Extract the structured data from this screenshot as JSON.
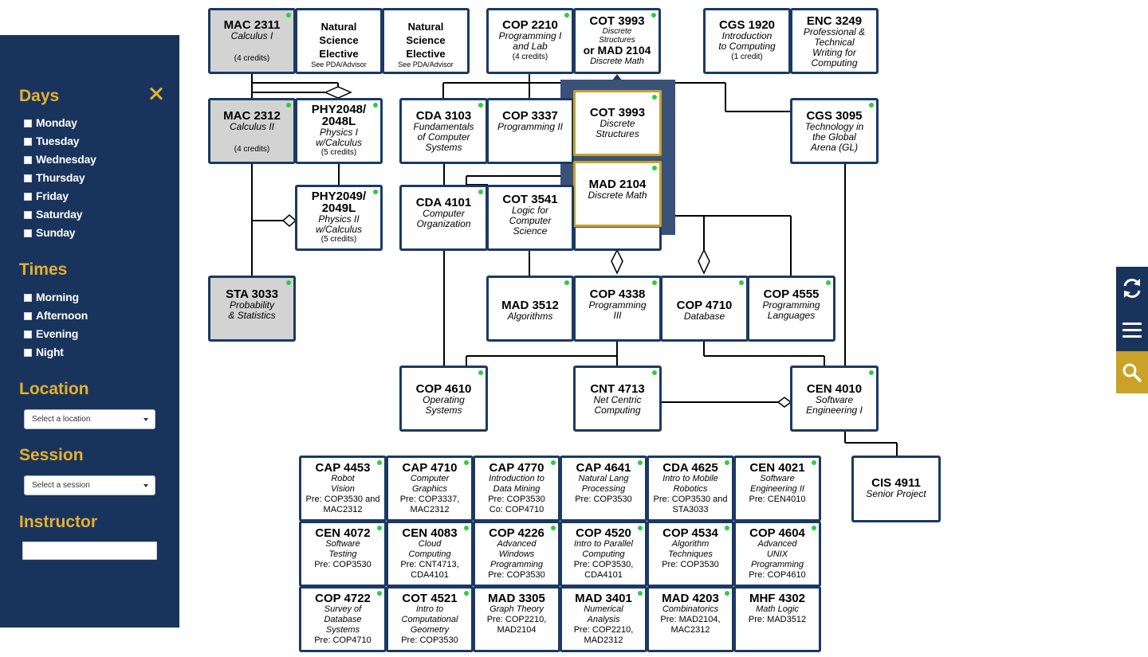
{
  "sidebar": {
    "days": {
      "heading": "Days",
      "items": [
        "Monday",
        "Tuesday",
        "Wednesday",
        "Thursday",
        "Friday",
        "Saturday",
        "Sunday"
      ]
    },
    "times": {
      "heading": "Times",
      "items": [
        "Morning",
        "Afternoon",
        "Evening",
        "Night"
      ]
    },
    "location": {
      "heading": "Location",
      "placeholder": "Select a location"
    },
    "session": {
      "heading": "Session",
      "placeholder": "Select a session"
    },
    "instructor": {
      "heading": "Instructor",
      "value": ""
    }
  },
  "toolbar": [
    "refresh-icon",
    "menu-icon",
    "search-icon"
  ],
  "colors": {
    "navy": "#19345c",
    "gold": "#e6b02f",
    "gray_course": "#d3d3d3",
    "open_dot": "#2ecc40"
  },
  "courses": {
    "mac2311": {
      "code": "MAC 2311",
      "title": "Calculus I",
      "credits": "(4 credits)"
    },
    "nse1": {
      "l1": "Natural",
      "l2": "Science",
      "l3": "Elective",
      "note": "See PDA/Advisor"
    },
    "nse2": {
      "l1": "Natural",
      "l2": "Science",
      "l3": "Elective",
      "note": "See PDA/Advisor"
    },
    "cop2210": {
      "code": "COP 2210",
      "t1": "Programming I",
      "t2": "and Lab",
      "credits": "(4 credits)"
    },
    "cot3993top": {
      "code": "COT 3993",
      "t1": "Discrete",
      "t2": "Structures",
      "or": "or MAD 2104",
      "t3": "Discrete Math"
    },
    "cgs1920": {
      "code": "CGS 1920",
      "t1": "Introduction",
      "t2": "to Computing",
      "credits": "(1 credit)"
    },
    "enc3249": {
      "code": "ENC 3249",
      "t1": "Professional &",
      "t2": "Technical",
      "t3": "Writing for",
      "t4": "Computing"
    },
    "mac2312": {
      "code": "MAC 2312",
      "title": "Calculus II",
      "credits": "(4 credits)"
    },
    "phy2048": {
      "c1": "PHY2048/",
      "c2": "2048L",
      "t1": "Physics I",
      "t2": "w/Calculus",
      "credits": "(5 credits)"
    },
    "cda3103": {
      "code": "CDA 3103",
      "t1": "Fundamentals",
      "t2": "of Computer",
      "t3": "Systems"
    },
    "cop3337": {
      "code": "COP 3337",
      "t1": "Programming II"
    },
    "cot3993": {
      "code": "COT 3993",
      "t1": "Discrete",
      "t2": "Structures"
    },
    "cgs3095": {
      "code": "CGS 3095",
      "t1": "Technology in",
      "t2": "the Global",
      "t3": "Arena (GL)"
    },
    "phy2049": {
      "c1": "PHY2049/",
      "c2": "2049L",
      "t1": "Physics II",
      "t2": "w/Calculus",
      "credits": "(5 credits)"
    },
    "cda4101": {
      "code": "CDA 4101",
      "t1": "Computer",
      "t2": "Organization"
    },
    "cot3541": {
      "code": "COT 3541",
      "t1": "Logic for",
      "t2": "Computer",
      "t3": "Science"
    },
    "mad2104": {
      "code": "MAD 2104",
      "t1": "Discrete Math"
    },
    "sta3033": {
      "code": "STA 3033",
      "t1": "Probability",
      "t2": "& Statistics"
    },
    "mad3512": {
      "code": "MAD 3512",
      "t1": "Algorithms"
    },
    "cop4338": {
      "code": "COP 4338",
      "t1": "Programming",
      "t2": "III"
    },
    "cop4710": {
      "code": "COP 4710",
      "t1": "Database"
    },
    "cop4555": {
      "code": "COP 4555",
      "t1": "Programming",
      "t2": "Languages"
    },
    "cop4610": {
      "code": "COP 4610",
      "t1": "Operating",
      "t2": "Systems"
    },
    "cnt4713": {
      "code": "CNT 4713",
      "t1": "Net Centric",
      "t2": "Computing"
    },
    "cen4010": {
      "code": "CEN 4010",
      "t1": "Software",
      "t2": "Engineering I"
    },
    "cis4911": {
      "code": "CIS 4911",
      "t1": "Senior Project"
    }
  },
  "electives": [
    {
      "code": "CAP 4453",
      "t1": "Robot",
      "t2": "Vision",
      "p1": "Pre: COP3530 and",
      "p2": "MAC2312"
    },
    {
      "code": "CAP 4710",
      "t1": "Computer",
      "t2": "Graphics",
      "p1": "Pre: COP3337,",
      "p2": "MAC2312"
    },
    {
      "code": "CAP 4770",
      "t1": "Introduction to",
      "t2": "Data Mining",
      "p1": "Pre: COP3530",
      "p2": "Co: COP4710"
    },
    {
      "code": "CAP 4641",
      "t1": "Natural Lang",
      "t2": "Processing",
      "p1": "Pre: COP3530",
      "p2": ""
    },
    {
      "code": "CDA 4625",
      "t1": "Intro to Mobile",
      "t2": "Robotics",
      "p1": "Pre: COP3530 and",
      "p2": "STA3033"
    },
    {
      "code": "CEN 4021",
      "t1": "Software",
      "t2": "Engineering II",
      "p1": "Pre: CEN4010",
      "p2": ""
    },
    {
      "code": "CEN 4072",
      "t1": "Software",
      "t2": "Testing",
      "p1": "Pre: COP3530",
      "p2": ""
    },
    {
      "code": "CEN 4083",
      "t1": "Cloud",
      "t2": "Computing",
      "p1": "Pre: CNT4713,",
      "p2": "CDA4101"
    },
    {
      "code": "COP 4226",
      "t1": "Advanced",
      "t2": "Windows",
      "t3": "Programming",
      "p1": "Pre: COP3530",
      "p2": ""
    },
    {
      "code": "COP 4520",
      "t1": "Intro to Parallel",
      "t2": "Computing",
      "p1": "Pre: COP3530,",
      "p2": "CDA4101"
    },
    {
      "code": "COP 4534",
      "t1": "Algorithm",
      "t2": "Techniques",
      "p1": "Pre: COP3530",
      "p2": ""
    },
    {
      "code": "COP 4604",
      "t1": "Advanced",
      "t2": "UNIX",
      "t3": "Programming",
      "p1": "Pre: COP4610",
      "p2": ""
    },
    {
      "code": "COP 4722",
      "t1": "Survey of",
      "t2": "Database",
      "t3": "Systems",
      "p1": "Pre: COP4710",
      "p2": ""
    },
    {
      "code": "COT 4521",
      "t1": "Intro to",
      "t2": "Computational",
      "t3": "Geometry",
      "p1": "Pre: COP3530",
      "p2": ""
    },
    {
      "code": "MAD 3305",
      "t1": "Graph Theory",
      "t2": "",
      "p1": "Pre: COP2210,",
      "p2": "MAD2104"
    },
    {
      "code": "MAD 3401",
      "t1": "Numerical",
      "t2": "Analysis",
      "p1": "Pre: COP2210,",
      "p2": "MAD2312"
    },
    {
      "code": "MAD 4203",
      "t1": "Combinatorics",
      "t2": "",
      "p1": "Pre: MAD2104,",
      "p2": "MAC2312"
    },
    {
      "code": "MHF 4302",
      "t1": "Math Logic",
      "t2": "",
      "p1": "Pre: MAD3512",
      "p2": ""
    }
  ]
}
